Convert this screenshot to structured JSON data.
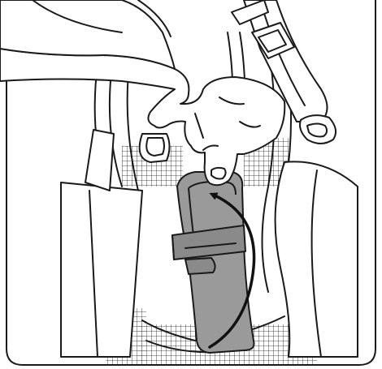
{
  "figure": {
    "depicts": [
      "hand",
      "backpack",
      "shoulder-strap",
      "buckle",
      "gray-pouch",
      "velcro-strap",
      "curved-arrow",
      "mesh-panel"
    ],
    "colors": {
      "line": "#1a1a1a",
      "background": "#ffffff",
      "pouch_fill": "#9a9a9a",
      "pouch_strap_fill": "#8a8a8a",
      "arrow": "#111111"
    }
  }
}
